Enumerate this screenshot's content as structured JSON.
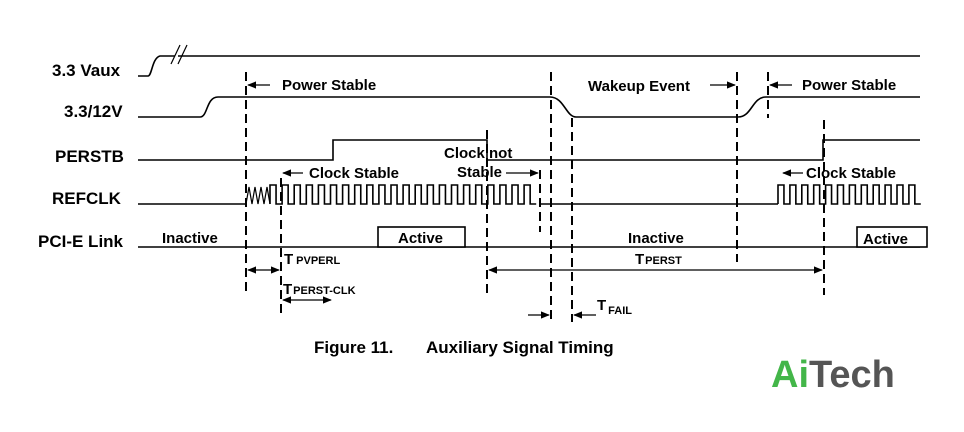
{
  "signals": {
    "vaux": "3.3 Vaux",
    "v12": "3.3/12V",
    "perstb": "PERSTB",
    "refclk": "REFCLK",
    "link": "PCI-E Link"
  },
  "annotations": {
    "power_stable_1": "Power Stable",
    "power_stable_2": "Power Stable",
    "wakeup_event": "Wakeup Event",
    "clock_stable_1": "Clock Stable",
    "clock_stable_2": "Clock Stable",
    "clock_not": "Clock not",
    "stable": "Stable",
    "inactive_1": "Inactive",
    "inactive_2": "Inactive",
    "active_1": "Active",
    "active_2": "Active"
  },
  "timings": {
    "t_pvperl_main": "T",
    "t_pvperl_sub": "PVPERL",
    "t_perst_clk_main": "T",
    "t_perst_clk_sub": "PERST-CLK",
    "t_perst_main": "T",
    "t_perst_sub": "PERST",
    "t_fail_main": "T",
    "t_fail_sub": "FAIL"
  },
  "caption": {
    "number": "Figure 11.",
    "title": "Auxiliary Signal Timing"
  },
  "logo": {
    "part1": "Ai",
    "part2": "Tech"
  }
}
